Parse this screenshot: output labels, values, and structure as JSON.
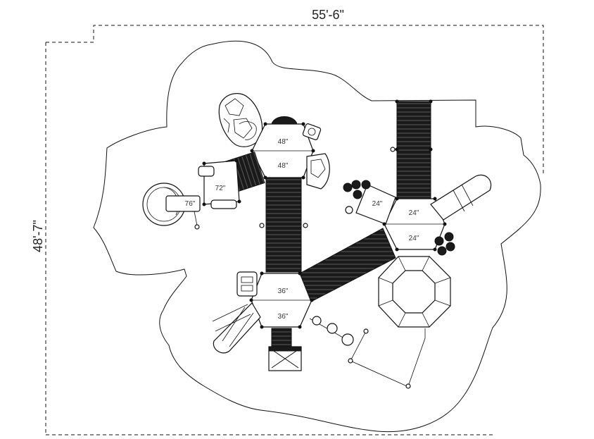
{
  "dimensions": {
    "width": "55'-6\"",
    "depth": "48'-7\""
  },
  "deck_labels": {
    "top_upper": "48\"",
    "top_lower": "48\"",
    "left_deck": "72\"",
    "slide_deck": "76\"",
    "right_upper": "24\"",
    "right_lower": "24\"",
    "ramp_landing": "24\"",
    "bottom_upper": "36\"",
    "bottom_lower": "36\""
  }
}
